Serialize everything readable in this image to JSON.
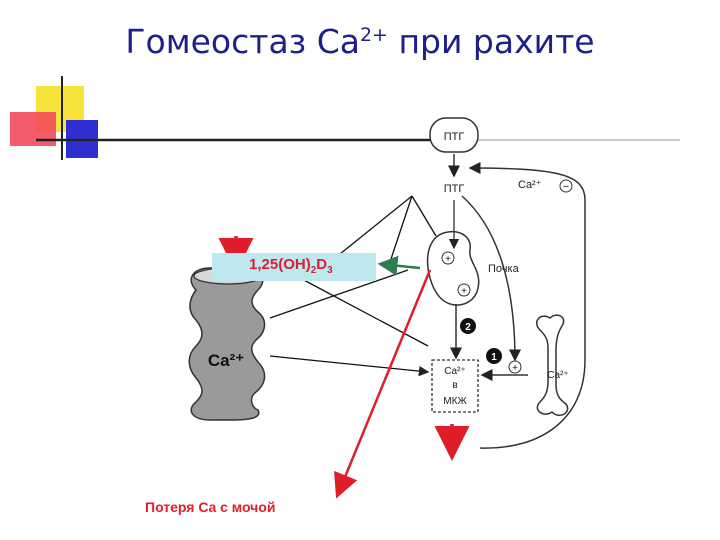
{
  "title": {
    "main": "Гомеостаз Ca",
    "sup": "2+",
    "rest": " при рахите"
  },
  "vitamin": {
    "main": "1,25(OH)",
    "sub1": "2",
    "mid": "D",
    "sub2": "3"
  },
  "loss_label": "Потеря Ca с мочой",
  "diagram": {
    "ptg_top": "ПТГ",
    "ptg_mid": "ПТГ",
    "ca_feedback": "Ca²⁺",
    "minus": "−",
    "kidney": "Почка",
    "plus": "+",
    "num1": "1",
    "num2": "2",
    "mkzh_line1": "Ca²⁺",
    "mkzh_line2": "в",
    "mkzh_line3": "МКЖ",
    "bone_ca": "Ca²⁺",
    "intestine_ca": "Ca²⁺"
  },
  "colors": {
    "title": "#1f1f8a",
    "accent_red": "#e01e2a",
    "vitamin_box": "#bfe7ee",
    "arrow_green": "#2e7d4f"
  }
}
